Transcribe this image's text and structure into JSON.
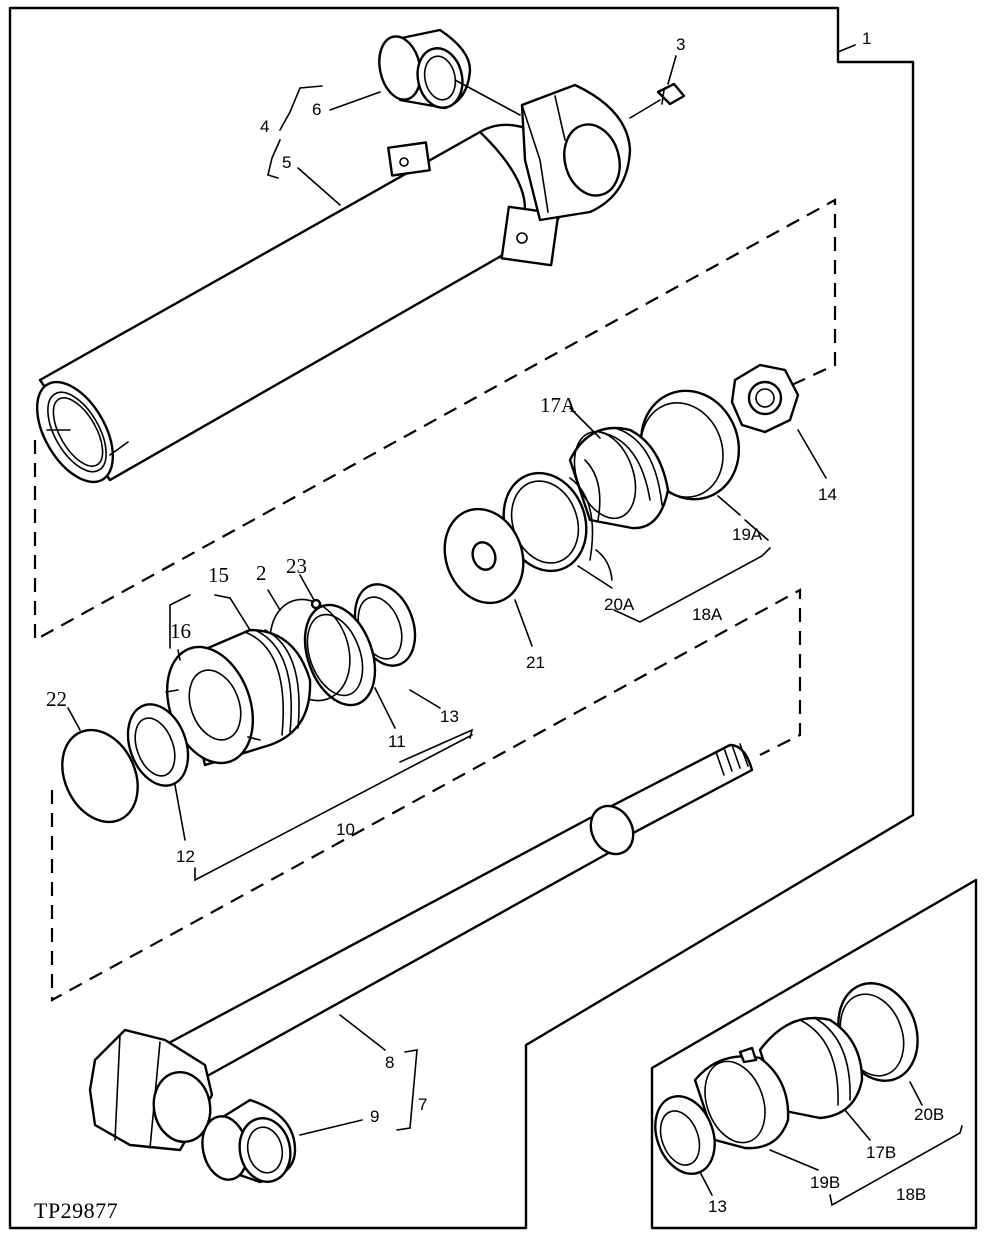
{
  "figure_ref": "TP29877",
  "callouts": {
    "c1": "1",
    "c2": "2",
    "c3": "3",
    "c4": "4",
    "c5": "5",
    "c6": "6",
    "c7": "7",
    "c8": "8",
    "c9": "9",
    "c10": "10",
    "c11": "11",
    "c12": "12",
    "c13": "13",
    "c14": "14",
    "c15": "15",
    "c16": "16",
    "c17a": "17A",
    "c18a": "18A",
    "c19a": "19A",
    "c20a": "20A",
    "c21": "21",
    "c22": "22",
    "c23": "23",
    "c13b": "13",
    "c17b": "17B",
    "c18b": "18B",
    "c19b": "19B",
    "c20b": "20B"
  }
}
